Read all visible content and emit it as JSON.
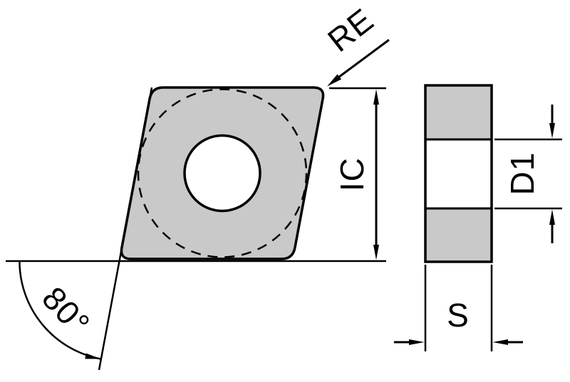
{
  "diagram": {
    "labels": {
      "corner_radius": "RE",
      "inscribed_circle": "IC",
      "hole_diameter": "D1",
      "thickness": "S",
      "corner_angle": "80°"
    },
    "colors": {
      "insert_fill": "#c9c9c9",
      "line": "#000000",
      "background": "#ffffff"
    }
  }
}
